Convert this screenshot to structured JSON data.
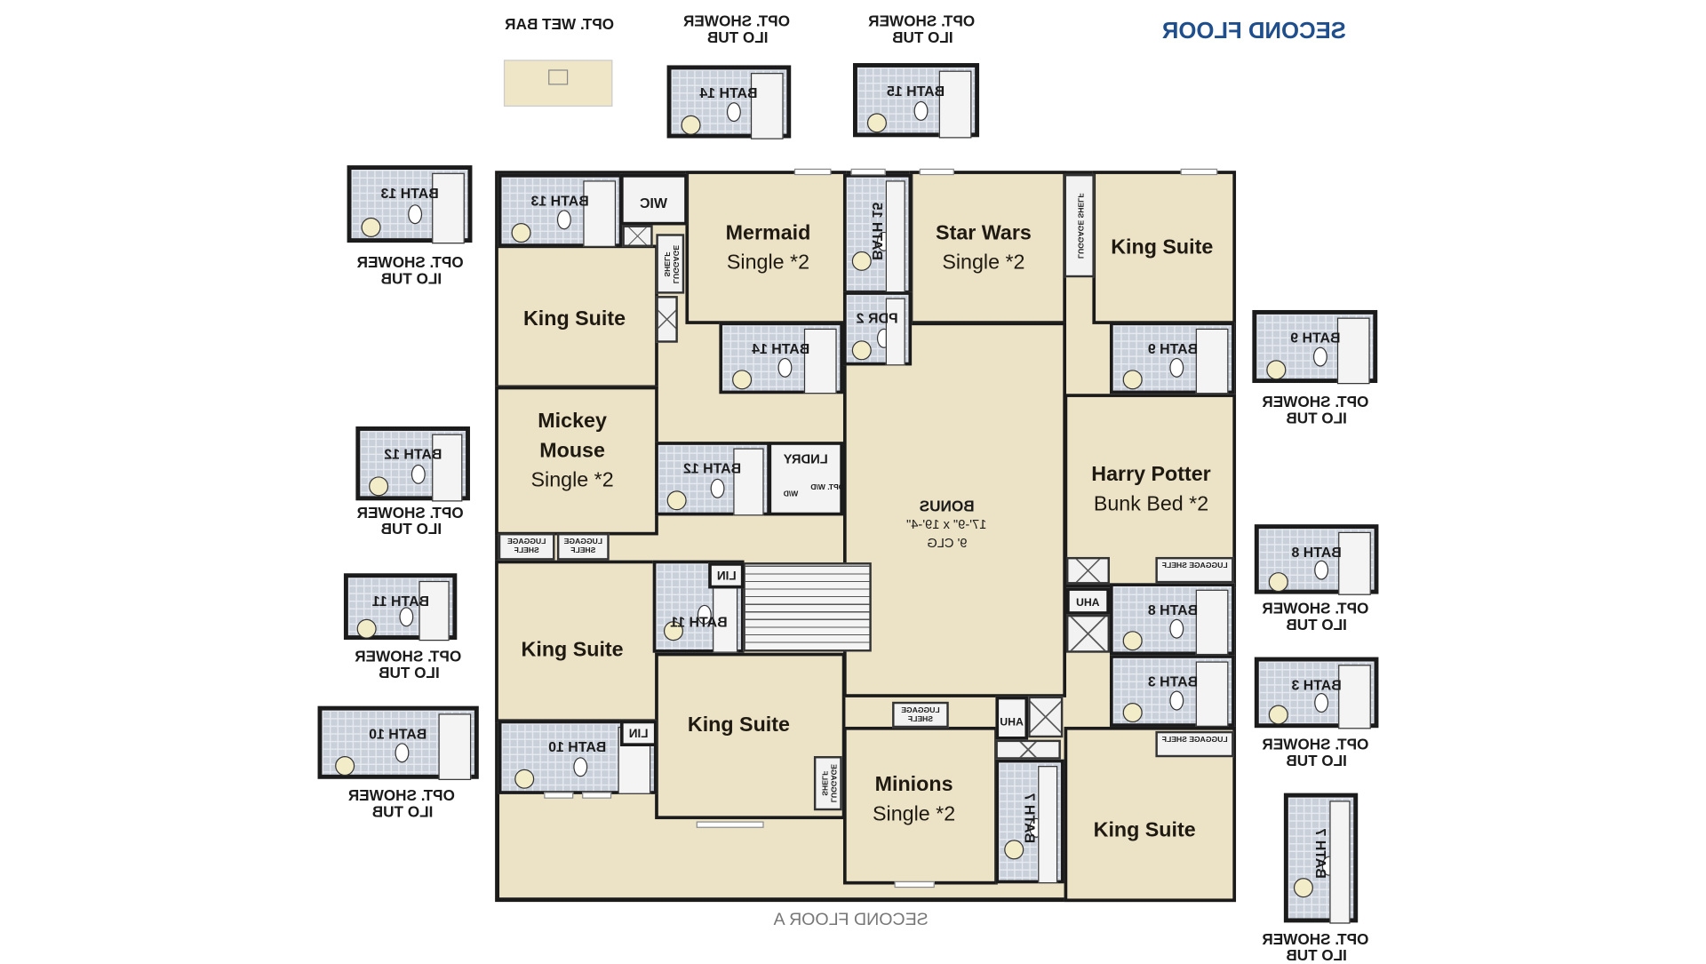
{
  "title": "SECOND FLOOR",
  "footer": "SECOND FLOOR A",
  "colors": {
    "floor": "#ece2c6",
    "wall": "#1b1b1b",
    "tile": "#c9d0da",
    "title": "#1f4e8c",
    "footer": "#777777"
  },
  "options": {
    "wet_bar": "OPT. WET BAR",
    "shower_line1": "OPT. SHOWER",
    "shower_line2": "ILO TUB",
    "baths": [
      "BATH 14",
      "BATH 15",
      "BATH 13",
      "BATH 12",
      "BATH 11",
      "BATH 10",
      "BATH 9",
      "BATH 8",
      "BATH 3",
      "BATH 7"
    ]
  },
  "rooms": {
    "mermaid": {
      "name": "Mermaid",
      "beds": "Single *2"
    },
    "star_wars": {
      "name": "Star Wars",
      "beds": "Single *2"
    },
    "king_top_right": {
      "name": "King Suite"
    },
    "king_top_left": {
      "name": "King Suite"
    },
    "mickey": {
      "name1": "Mickey",
      "name2": "Mouse",
      "beds": "Single *2"
    },
    "king_mid_left": {
      "name": "King Suite"
    },
    "king_center": {
      "name": "King Suite"
    },
    "minions": {
      "name": "Minions",
      "beds": "Single *2"
    },
    "harry_potter": {
      "name": "Harry Potter",
      "beds": "Bunk Bed *2"
    },
    "king_bottom_right": {
      "name": "King Suite"
    },
    "bonus": {
      "name": "BONUS",
      "size": "17'-9\" x 19'-4\"",
      "ceiling": "9' CLG"
    }
  },
  "plan_labels": {
    "bath13": "BATH 13",
    "wic": "WIC",
    "bath15": "BATH 15",
    "pdr2": "PDR 2",
    "bath14": "BATH 14",
    "bath9": "BATH 9",
    "bath12": "BATH 12",
    "lndry": "LNDRY",
    "opt_wd": "OPT. W/D",
    "wd": "W/D",
    "bath11": "BATH 11",
    "lin": "LIN",
    "bath10": "BATH 10",
    "bath8": "BATH 8",
    "bath3": "BATH 3",
    "bath7": "BATH 7",
    "ahu": "AHU",
    "luggage": "LUGGAGE SHELF"
  }
}
